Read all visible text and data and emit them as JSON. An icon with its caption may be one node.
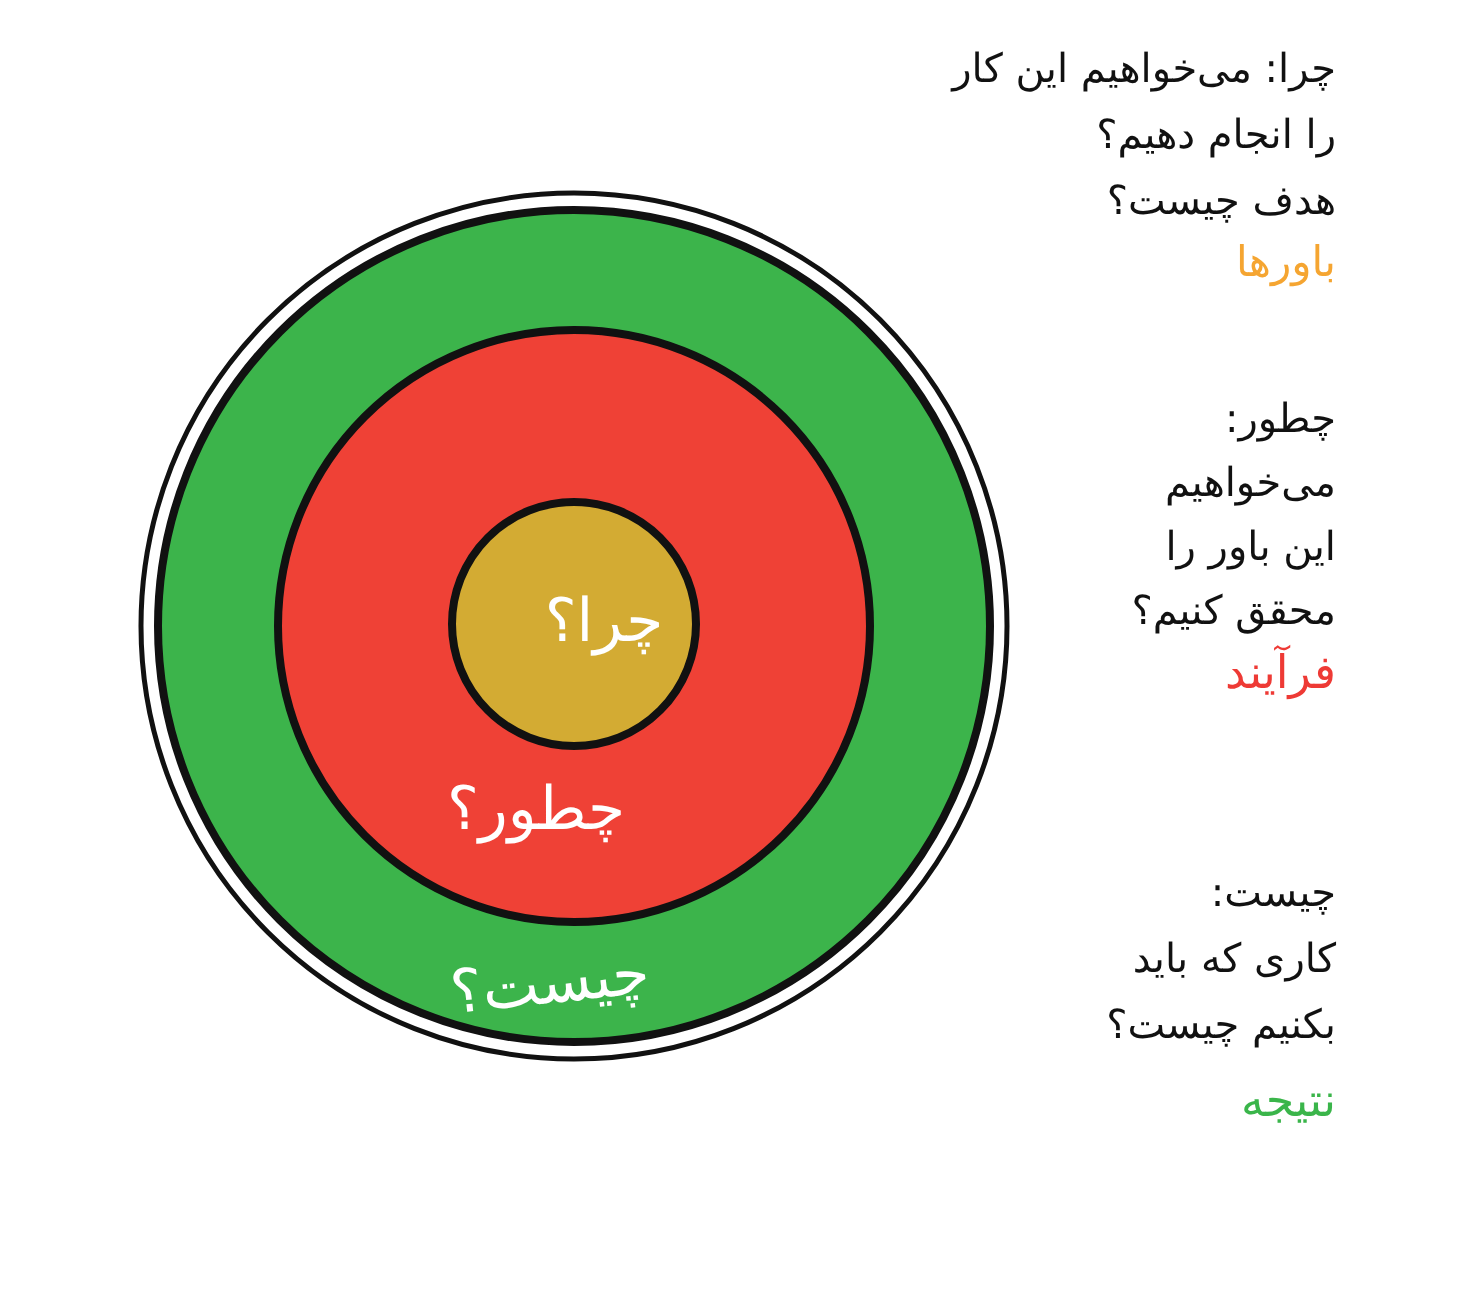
{
  "diagram": {
    "nodes": [
      {
        "text": [
          "چیست؟"
        ]
      },
      {
        "text": [
          "چطور؟"
        ],
        "in": 0
      },
      {
        "text": [
          "چرا؟"
        ],
        "in": 1
      }
    ],
    "labels": [
      "چرا: می‌خواهیم این کار را انجام دهیم؟ هدف چیست؟",
      "باورها",
      "چطور: می‌خواهیم این باور را محقق کنیم؟",
      "فرآیند",
      "چیست: کاری که باید بکنیم چیست؟",
      "نتیجه"
    ]
  }
}
